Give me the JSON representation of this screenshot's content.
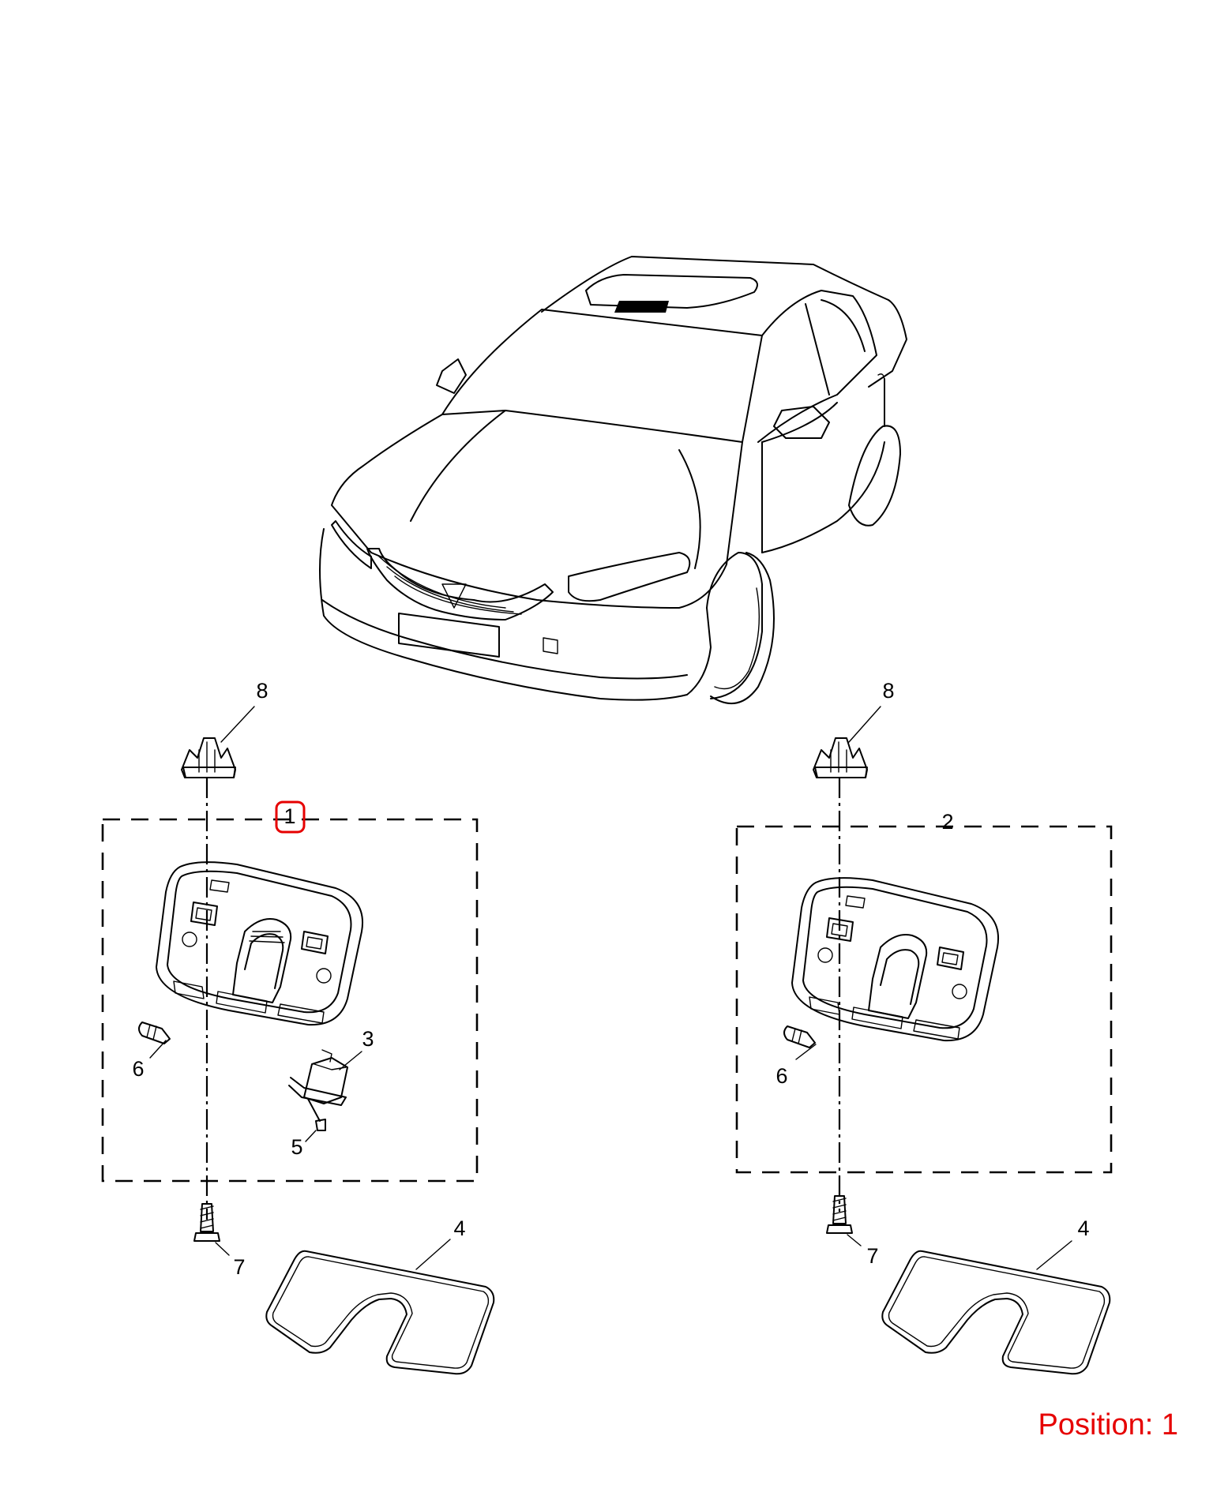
{
  "colors": {
    "line": "#000000",
    "highlight": "#e60000",
    "background": "#ffffff"
  },
  "callouts": {
    "left": {
      "clip": "8",
      "assembly": "1",
      "lamp_unit": "3",
      "cover": "4",
      "small_screw": "5",
      "bulb": "6",
      "screw": "7"
    },
    "right": {
      "clip": "8",
      "assembly": "2",
      "cover": "4",
      "bulb": "6",
      "screw": "7"
    }
  },
  "selected_callout": "1",
  "position_label": "Position: 1"
}
